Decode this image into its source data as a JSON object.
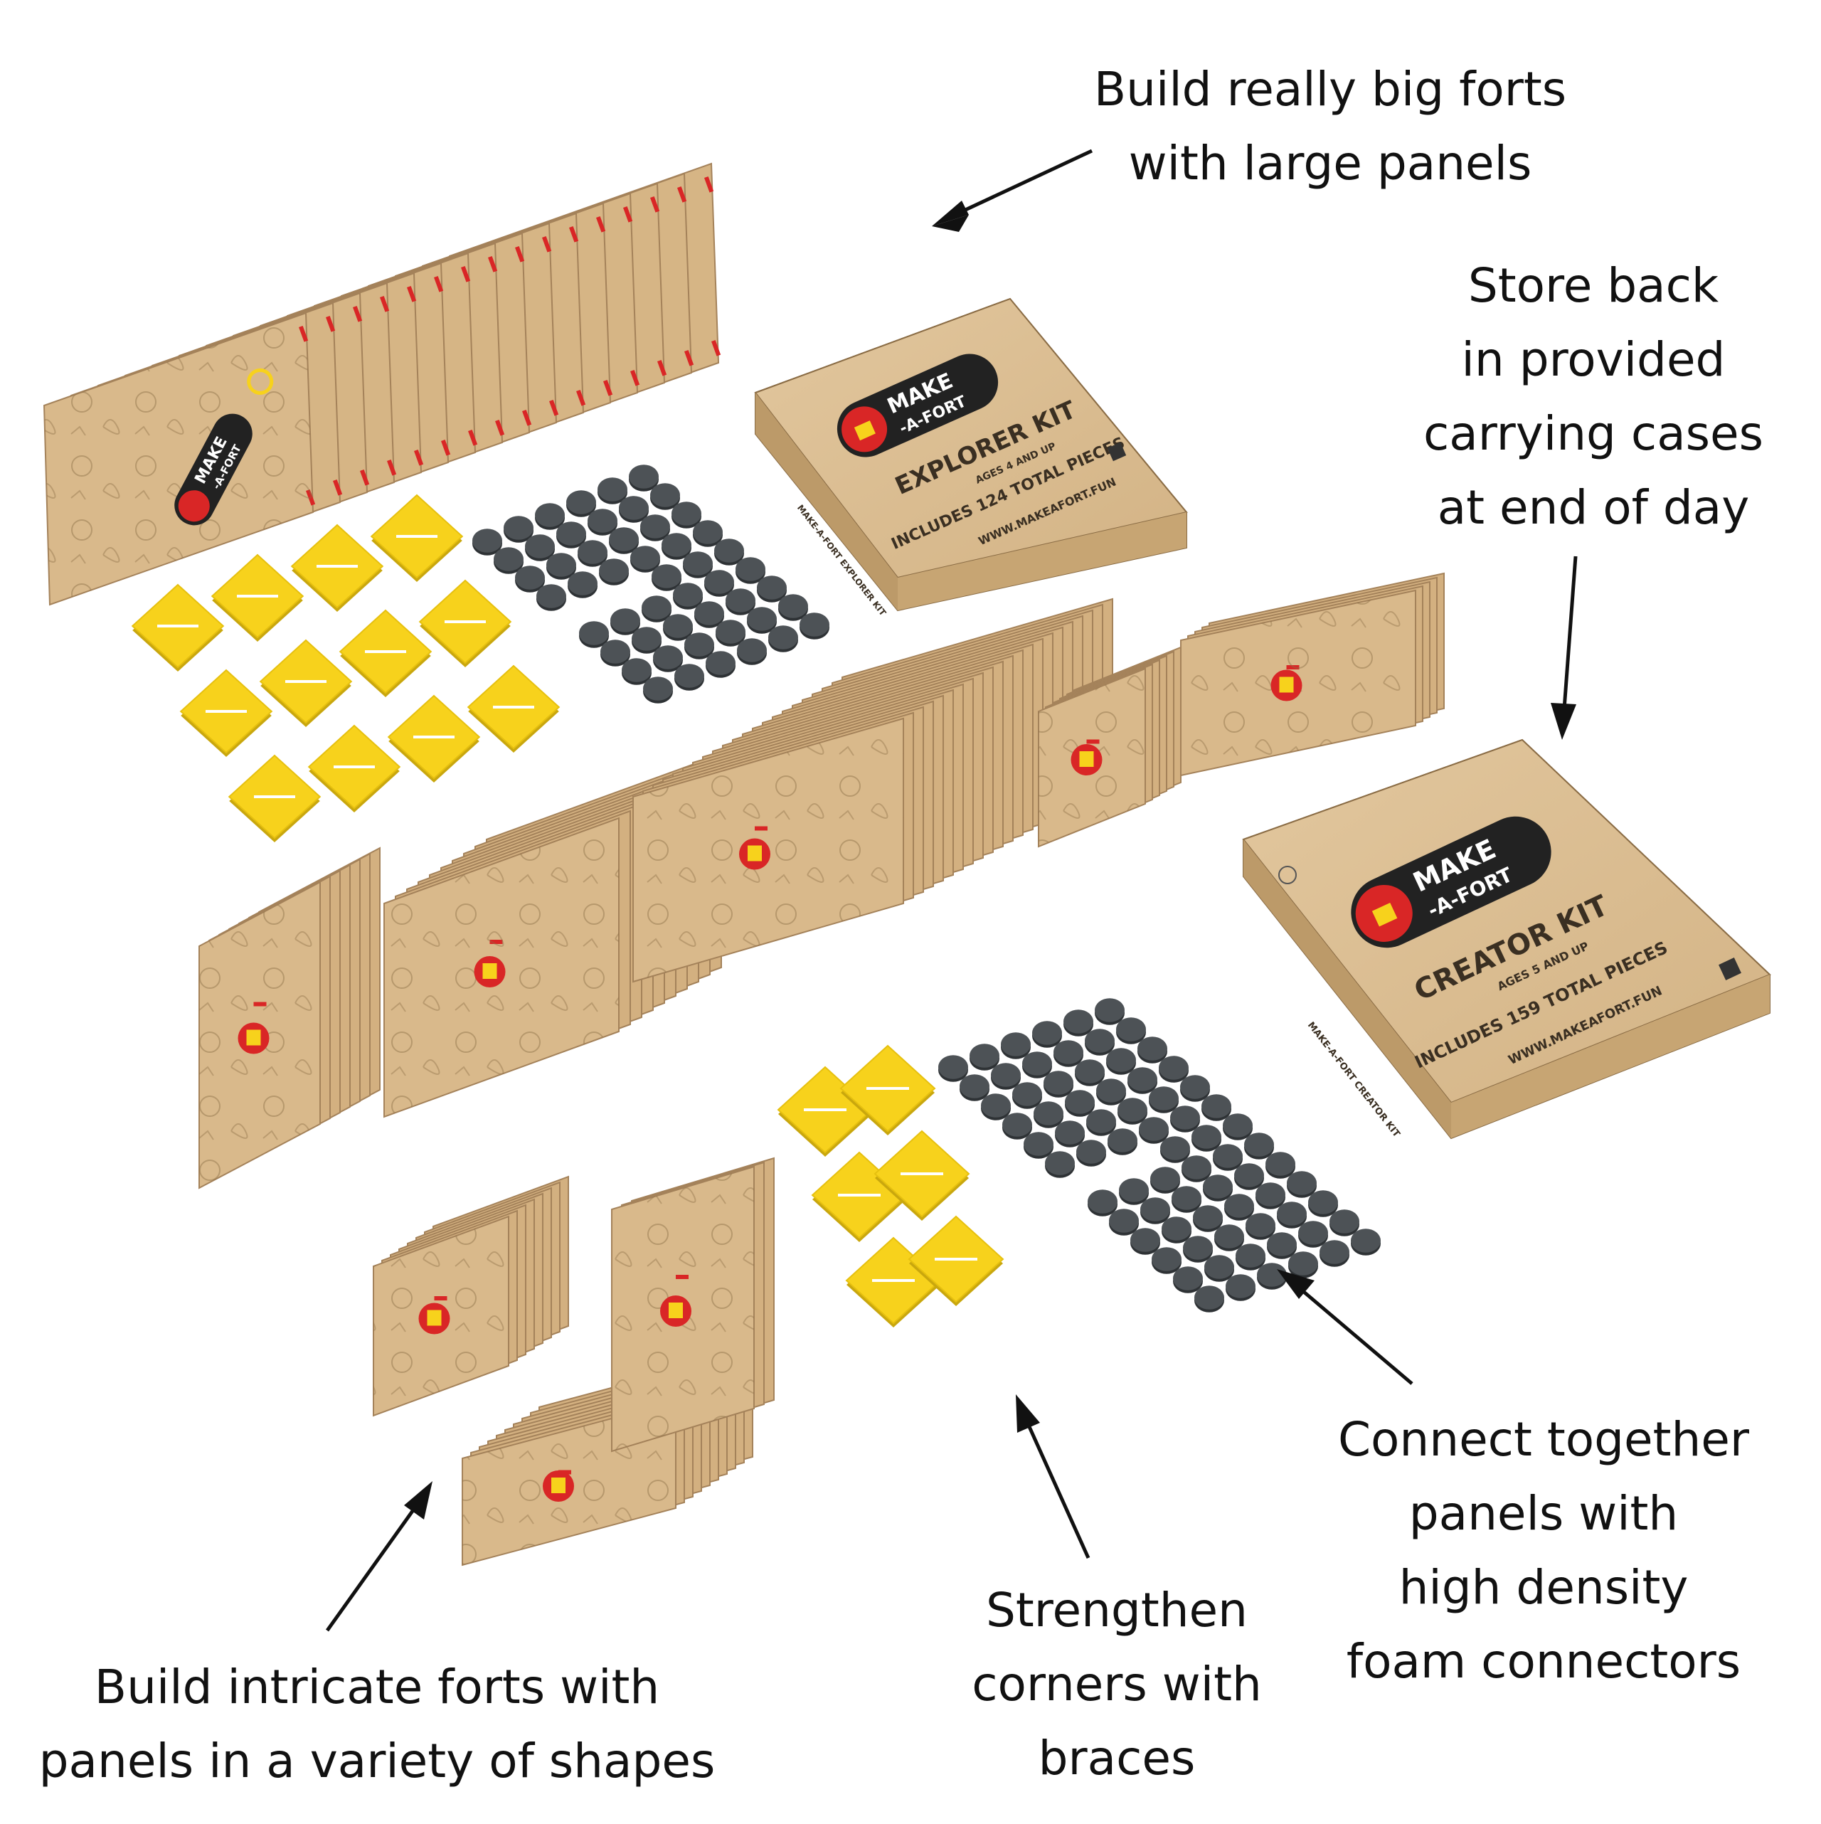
{
  "callouts": {
    "big_forts": "Build really big forts\nwith large panels",
    "store_back": "Store back\nin provided\ncarrying cases\nat end of day",
    "connect": "Connect together\npanels with\nhigh density\nfoam connectors",
    "strengthen": "Strengthen\ncorners with\nbraces",
    "intricate": "Build intricate forts with\npanels in a variety of shapes"
  },
  "explorer_box": {
    "logo_top": "MAKE",
    "logo_bottom": "-A-FORT",
    "title": "EXPLORER KIT",
    "ages": "AGES 4 AND UP",
    "pieces": "INCLUDES 124 TOTAL PIECES",
    "url": "WWW.MAKEAFORT.FUN",
    "side": "MAKE-A-FORT EXPLORER KIT"
  },
  "creator_box": {
    "logo_top": "MAKE",
    "logo_bottom": "-A-FORT",
    "title": "CREATOR KIT",
    "ages": "AGES 5 AND UP",
    "pieces": "INCLUDES 159 TOTAL PIECES",
    "url": "WWW.MAKEAFORT.FUN",
    "side": "MAKE-A-FORT CREATOR KIT"
  },
  "panel_logo": {
    "top": "MAKE",
    "bottom": "-A-FORT"
  },
  "colors": {
    "cardboard": "#d9b98b",
    "cardboard_dark": "#b8976a",
    "foam": "#4d5256",
    "brace": "#f7d21c",
    "accent_red": "#d92626",
    "ink": "#111111"
  }
}
